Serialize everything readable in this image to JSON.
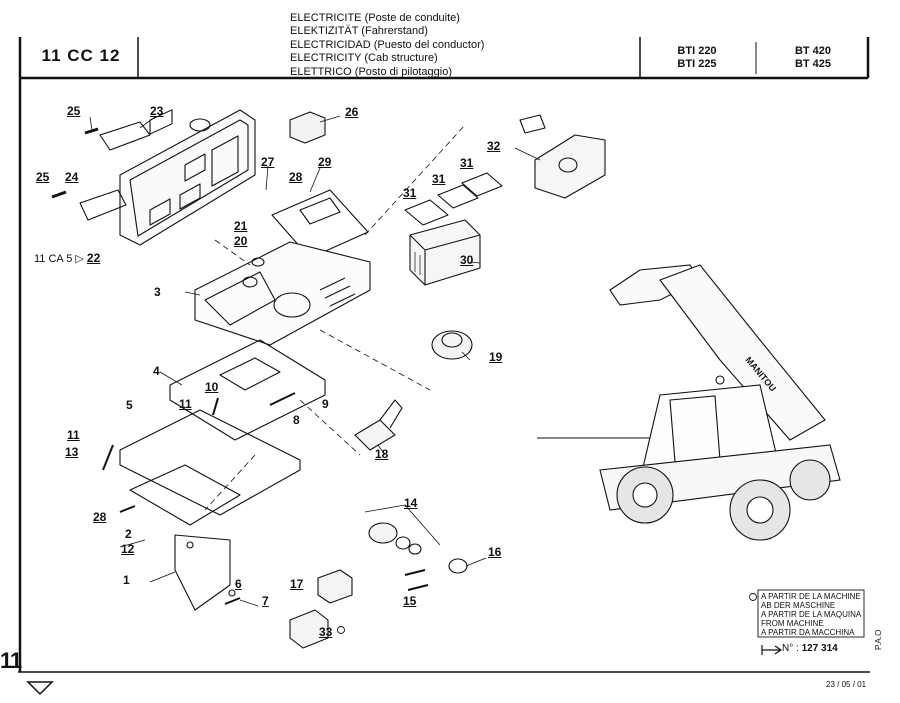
{
  "header": {
    "code": "11 CC 12",
    "titles": [
      "ELECTRICITE (Poste de conduite)",
      "ELEKTIZITÄT (Fahrerstand)",
      "ELECTRICIDAD (Puesto del conductor)",
      "ELECTRICITY (Cab structure)",
      "ELETTRICO (Posto di pilotaggio)"
    ],
    "models_left": [
      "BTI 220",
      "BTI 225"
    ],
    "models_right": [
      "BT 420",
      "BT 425"
    ]
  },
  "diagram": {
    "ref_note": "11 CA 5",
    "ref_note_num": "22",
    "callouts": [
      "25",
      "23",
      "26",
      "27",
      "29",
      "28",
      "32",
      "31",
      "31",
      "31",
      "25",
      "24",
      "21",
      "20",
      "30",
      "3",
      "19",
      "4",
      "10",
      "9",
      "11",
      "5",
      "8",
      "11",
      "13",
      "18",
      "14",
      "28",
      "2",
      "12",
      "16",
      "1",
      "6",
      "17",
      "7",
      "15",
      "33"
    ]
  },
  "legend": {
    "lines": [
      "A PARTIR DE LA MACHINE",
      "AB DER MASCHINE",
      "A PARTIR DE LA MAQUINA",
      "FROM MACHINE",
      "A PARTIR DA MACCHINA"
    ],
    "serial_label": "N° :",
    "serial_value": "127 314"
  },
  "footer": {
    "page_number": "11",
    "date": "23 / 05 / 01",
    "side_code": "P.A.O"
  },
  "colors": {
    "ink": "#111111",
    "paper": "#ffffff"
  }
}
